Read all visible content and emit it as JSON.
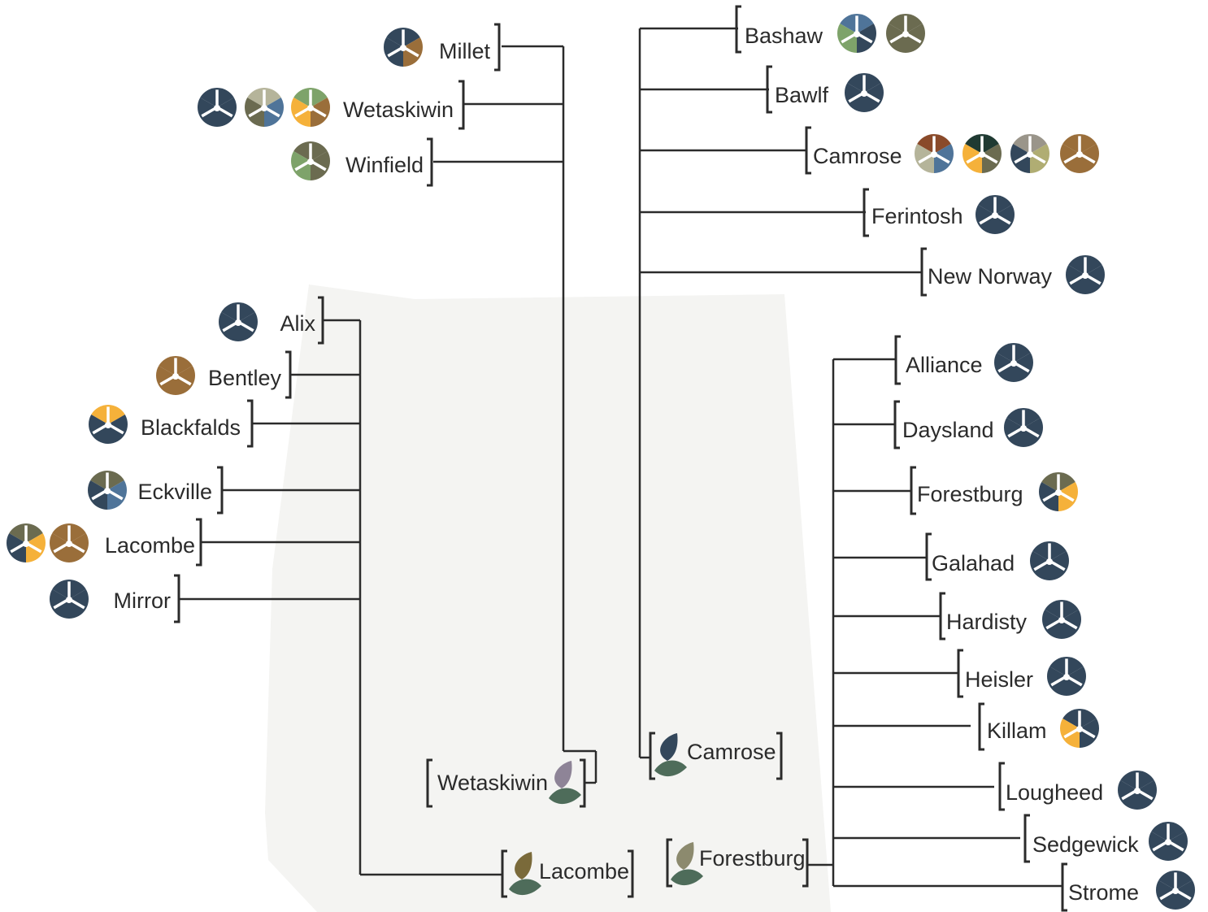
{
  "colors": {
    "navy": "#33475b",
    "brown": "#9a6e3a",
    "olive": "#6b6b50",
    "sage": "#b5b49a",
    "blue": "#4f7499",
    "green": "#7ea36a",
    "amber": "#f5b13a",
    "rust": "#8a4a2a",
    "darkgreen": "#1f3a32",
    "taupe": "#9a958a",
    "khaki": "#b0ad73",
    "forest": "#4e6c5a",
    "violet": "#8e8497",
    "ochre": "#7a6a3a",
    "grayolive": "#8c8a6e",
    "background_shape": "#f4f4f2",
    "line": "#2b2b2b"
  },
  "left_group": [
    {
      "label": "Millet",
      "badges": [
        [
          "navy",
          "brown",
          "navy"
        ]
      ]
    },
    {
      "label": "Wetaskiwin",
      "badges": [
        [
          "navy",
          "navy",
          "navy"
        ],
        [
          "sage",
          "blue",
          "olive"
        ],
        [
          "green",
          "brown",
          "amber"
        ]
      ]
    },
    {
      "label": "Winfield",
      "badges": [
        [
          "olive",
          "olive",
          "green"
        ]
      ]
    }
  ],
  "alix_group": [
    {
      "label": "Alix",
      "badges": [
        [
          "navy",
          "navy",
          "navy"
        ]
      ]
    },
    {
      "label": "Bentley",
      "badges": [
        [
          "brown",
          "brown",
          "brown"
        ]
      ]
    },
    {
      "label": "Blackfalds",
      "badges": [
        [
          "amber",
          "navy",
          "navy"
        ]
      ]
    },
    {
      "label": "Eckville",
      "badges": [
        [
          "olive",
          "blue",
          "navy"
        ]
      ]
    },
    {
      "label": "Lacombe",
      "badges": [
        [
          "olive",
          "amber",
          "navy"
        ],
        [
          "brown",
          "brown",
          "brown"
        ]
      ]
    },
    {
      "label": "Mirror",
      "badges": [
        [
          "navy",
          "navy",
          "navy"
        ]
      ]
    }
  ],
  "camrose_group": [
    {
      "label": "Bashaw",
      "badges": [
        [
          "blue",
          "navy",
          "green"
        ],
        [
          "olive",
          "olive",
          "olive"
        ]
      ]
    },
    {
      "label": "Bawlf",
      "badges": [
        [
          "navy",
          "navy",
          "navy"
        ]
      ]
    },
    {
      "label": "Camrose",
      "badges": [
        [
          "rust",
          "blue",
          "sage"
        ],
        [
          "darkgreen",
          "olive",
          "amber"
        ],
        [
          "taupe",
          "khaki",
          "navy"
        ],
        [
          "brown",
          "brown",
          "brown"
        ]
      ]
    },
    {
      "label": "Ferintosh",
      "badges": [
        [
          "navy",
          "navy",
          "navy"
        ]
      ]
    },
    {
      "label": "New Norway",
      "badges": [
        [
          "navy",
          "navy",
          "navy"
        ]
      ]
    }
  ],
  "forestburg_group": [
    {
      "label": "Alliance",
      "badges": [
        [
          "navy",
          "navy",
          "navy"
        ]
      ]
    },
    {
      "label": "Daysland",
      "badges": [
        [
          "navy",
          "navy",
          "navy"
        ]
      ]
    },
    {
      "label": "Forestburg",
      "badges": [
        [
          "olive",
          "amber",
          "navy"
        ]
      ]
    },
    {
      "label": "Galahad",
      "badges": [
        [
          "navy",
          "navy",
          "navy"
        ]
      ]
    },
    {
      "label": "Hardisty",
      "badges": [
        [
          "navy",
          "navy",
          "navy"
        ]
      ]
    },
    {
      "label": "Heisler",
      "badges": [
        [
          "navy",
          "navy",
          "navy"
        ]
      ]
    },
    {
      "label": "Killam",
      "badges": [
        [
          "navy",
          "navy",
          "amber"
        ]
      ]
    },
    {
      "label": "Lougheed",
      "badges": [
        [
          "navy",
          "navy",
          "navy"
        ]
      ]
    },
    {
      "label": "Sedgewick",
      "badges": [
        [
          "navy",
          "navy",
          "navy"
        ]
      ]
    },
    {
      "label": "Strome",
      "badges": [
        [
          "navy",
          "navy",
          "navy"
        ]
      ]
    }
  ],
  "hubs": [
    {
      "label": "Wetaskiwin",
      "leaf_colors": [
        "violet",
        "forest"
      ]
    },
    {
      "label": "Camrose",
      "leaf_colors": [
        "navy",
        "forest"
      ]
    },
    {
      "label": "Lacombe",
      "leaf_colors": [
        "ochre",
        "forest"
      ]
    },
    {
      "label": "Forestburg",
      "leaf_colors": [
        "grayolive",
        "forest"
      ]
    }
  ]
}
